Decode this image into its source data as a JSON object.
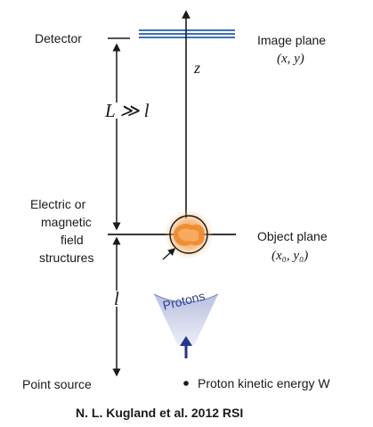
{
  "labels": {
    "detector": "Detector",
    "image_plane_title": "Image plane",
    "image_plane_coords": "(x, y)",
    "z_axis": "z",
    "distance_L": "L ≫ l",
    "field_structures": [
      "Electric or",
      "magnetic",
      "field",
      "structures"
    ],
    "object_plane_title": "Object plane",
    "object_plane_coords": "(x₀, y₀)",
    "distance_l": "l",
    "protons": "Protons",
    "point_source": "Point source",
    "energy_note": "Proton kinetic energy W",
    "citation": "N. L. Kugland et al. 2012 RSI"
  },
  "colors": {
    "detector_lines": "#3f6fb5",
    "protons_fill": "#c9cfe6",
    "protons_text": "#2b3f8f",
    "proton_arrow": "#23378f",
    "object_glow": "#f4a65a",
    "object_core": "#f08a2c"
  }
}
